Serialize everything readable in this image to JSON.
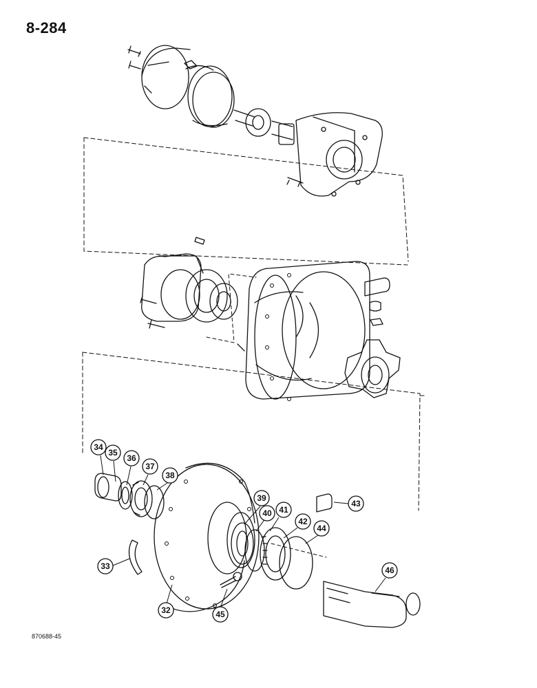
{
  "page": {
    "number": "8-284",
    "drawing_ref": "870688-45"
  },
  "callouts": [
    {
      "id": "c32",
      "label": "32"
    },
    {
      "id": "c33",
      "label": "33"
    },
    {
      "id": "c34",
      "label": "34"
    },
    {
      "id": "c35",
      "label": "35"
    },
    {
      "id": "c36",
      "label": "36"
    },
    {
      "id": "c37",
      "label": "37"
    },
    {
      "id": "c38",
      "label": "38"
    },
    {
      "id": "c39",
      "label": "39"
    },
    {
      "id": "c40",
      "label": "40"
    },
    {
      "id": "c41",
      "label": "41"
    },
    {
      "id": "c42",
      "label": "42"
    },
    {
      "id": "c43",
      "label": "43"
    },
    {
      "id": "c44",
      "label": "44"
    },
    {
      "id": "c45",
      "label": "45"
    },
    {
      "id": "c46",
      "label": "46"
    }
  ],
  "colors": {
    "line": "#111111",
    "background": "#ffffff"
  }
}
